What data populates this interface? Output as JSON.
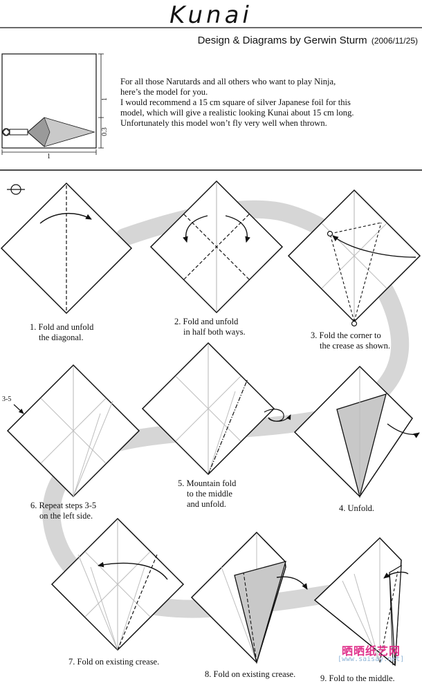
{
  "header": {
    "title": "Kunai",
    "credit": "Design & Diagrams by Gerwin Sturm",
    "date": "(2006/11/25)"
  },
  "intro": {
    "lines": [
      "For all those Narutards and all others who want to play Ninja,",
      "here’s the model for you.",
      "I would recommend a 15 cm square of silver Japanese foil for this",
      "model, which will give a realistic looking Kunai about 15 cm long.",
      "Unfortunately this model won’t fly very well when thrown."
    ]
  },
  "dimensions": {
    "side": "1",
    "width": "1",
    "handle": "0.3"
  },
  "repeat_marker": "3-5",
  "steps": [
    {
      "id": 1,
      "line1": "1. Fold and unfold",
      "line2": "the diagonal.",
      "line3": ""
    },
    {
      "id": 2,
      "line1": "2. Fold and unfold",
      "line2": "in half both ways.",
      "line3": ""
    },
    {
      "id": 3,
      "line1": "3. Fold the corner to",
      "line2": "the crease as shown.",
      "line3": ""
    },
    {
      "id": 4,
      "line1": "4. Unfold.",
      "line2": "",
      "line3": ""
    },
    {
      "id": 5,
      "line1": "5. Mountain fold",
      "line2": "to the middle",
      "line3": "and unfold."
    },
    {
      "id": 6,
      "line1": "6. Repeat steps 3-5",
      "line2": "on the left side.",
      "line3": ""
    },
    {
      "id": 7,
      "line1": "7. Fold on existing crease.",
      "line2": "",
      "line3": ""
    },
    {
      "id": 8,
      "line1": "8. Fold on existing crease.",
      "line2": "",
      "line3": ""
    },
    {
      "id": 9,
      "line1": "9. Fold to the middle.",
      "line2": "",
      "line3": ""
    }
  ],
  "watermark": {
    "brand": "晒晒纸艺网",
    "url": "[www.saisay.net]"
  },
  "colors": {
    "ink": "#111111",
    "crease": "#bdbdbd",
    "shade": "#c8c8c8",
    "path": "#d6d6d6"
  }
}
